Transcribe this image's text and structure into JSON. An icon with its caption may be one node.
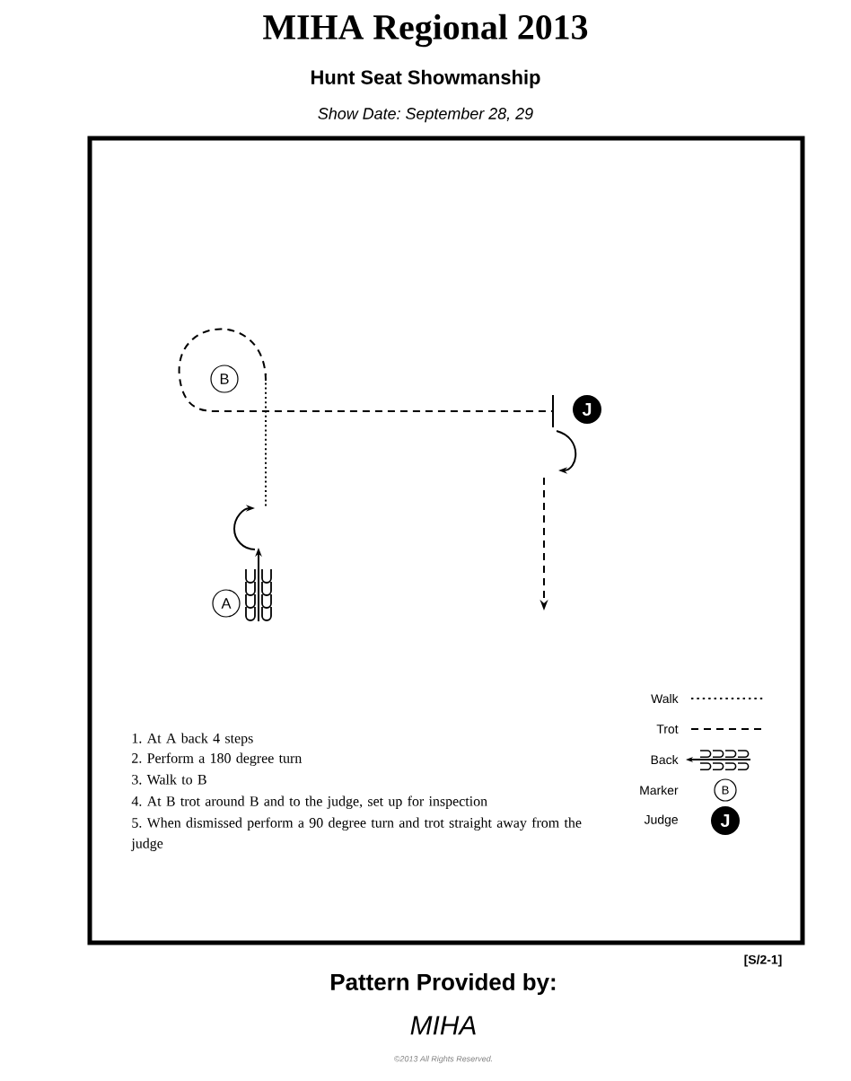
{
  "diagram": {
    "title": "MIHA Regional 2013",
    "nodes": [
      {
        "text": [
          "B"
        ]
      },
      {
        "text": [
          "A"
        ]
      },
      {
        "text": [
          "J"
        ]
      },
      {
        "text": [
          "B"
        ]
      },
      {
        "text": [
          "J"
        ]
      }
    ],
    "labels": [
      "Hunt Seat Showmanship",
      "Show Date: September 28, 29",
      "1. At A back 4 steps",
      "2. Perform a 180 degree turn",
      "3. Walk to B",
      "4. At B trot around B and to the judge, set up for inspection",
      "5. When dismissed perform a 90 degree turn and trot straight away from the judge",
      "[S/2-1]",
      "Pattern Provided by:",
      "MIHA",
      "©2013 All Rights Reserved."
    ],
    "legend": [
      {
        "text": "Walk"
      },
      {
        "text": "Trot"
      },
      {
        "text": "Back"
      },
      {
        "text": "Marker"
      },
      {
        "text": "Judge"
      }
    ]
  }
}
